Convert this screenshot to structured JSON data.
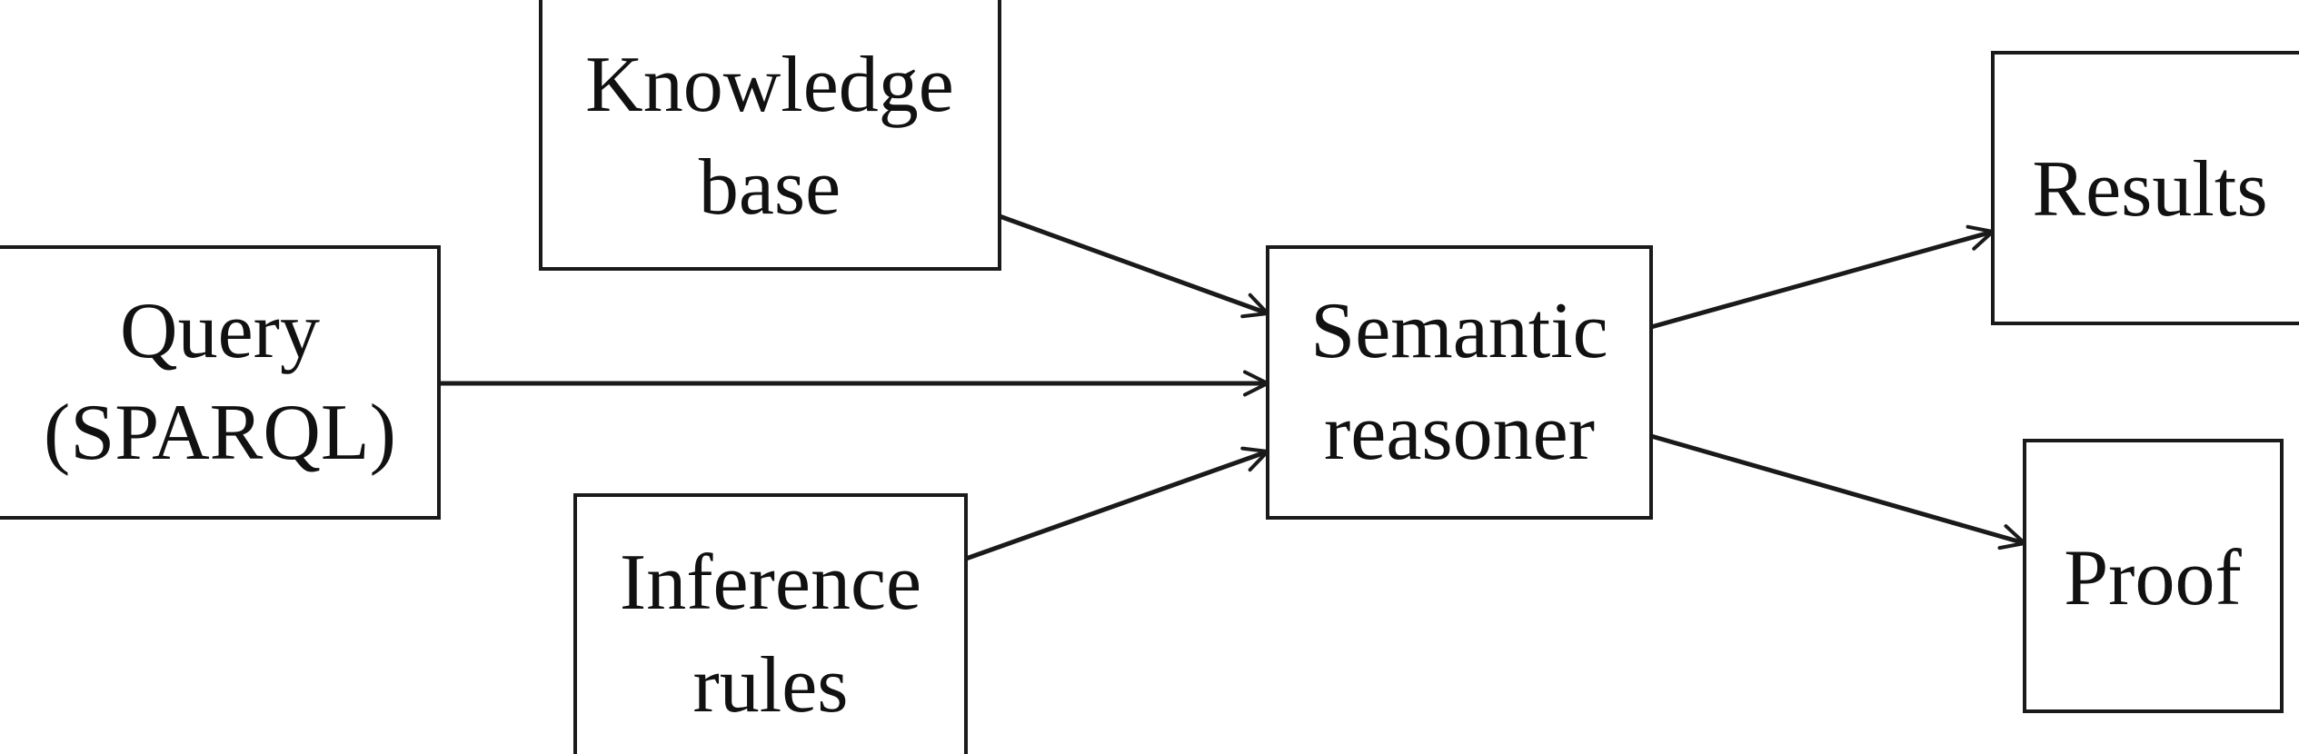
{
  "nodes": {
    "query": {
      "line1": "Query",
      "line2": "(SPARQL)"
    },
    "knowledge_base": {
      "line1": "Knowledge",
      "line2": "base"
    },
    "inference_rules": {
      "line1": "Inference",
      "line2": "rules"
    },
    "semantic_reasoner": {
      "line1": "Semantic",
      "line2": "reasoner"
    },
    "results": {
      "line1": "Results"
    },
    "proof": {
      "line1": "Proof"
    }
  },
  "edges": [
    {
      "from": "query",
      "to": "semantic_reasoner"
    },
    {
      "from": "knowledge_base",
      "to": "semantic_reasoner"
    },
    {
      "from": "inference_rules",
      "to": "semantic_reasoner"
    },
    {
      "from": "semantic_reasoner",
      "to": "results"
    },
    {
      "from": "semantic_reasoner",
      "to": "proof"
    }
  ],
  "colors": {
    "stroke": "#1a1a1a",
    "text": "#111111",
    "background": "#ffffff"
  }
}
